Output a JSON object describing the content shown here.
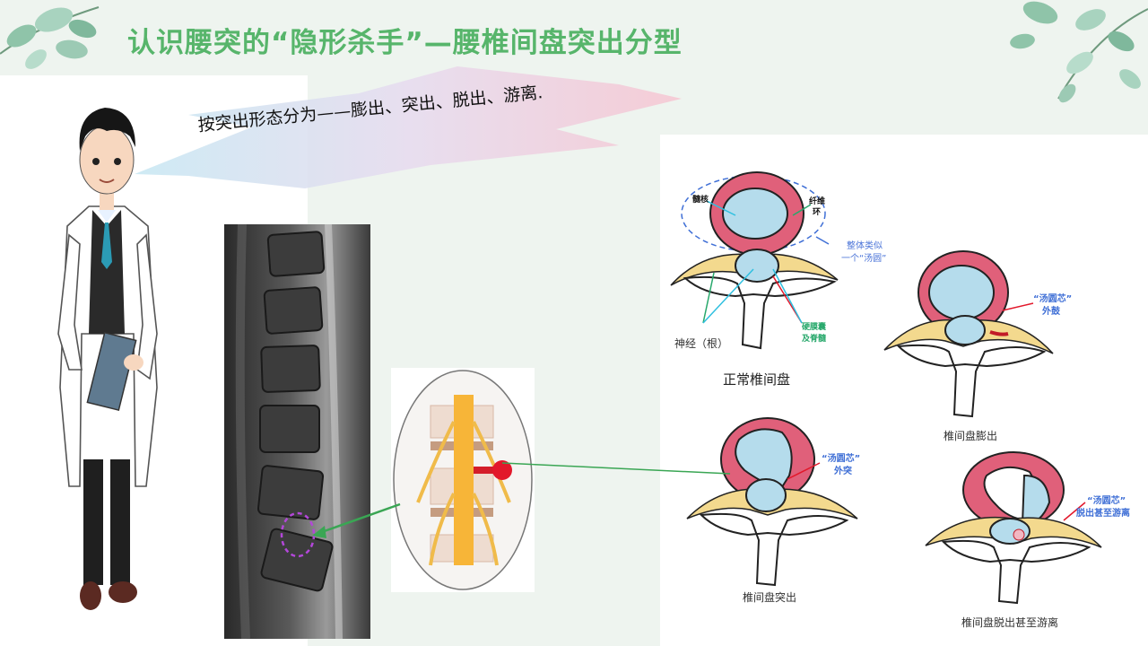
{
  "title": "认识腰突的“隐形杀手”—腰椎间盘突出分型",
  "speech": "按突出形态分为——膨出、突出、脱出、游离.",
  "diagrams": {
    "normal": {
      "caption": "正常椎间盘",
      "label_nucleus": "髓核",
      "label_annulus_1": "纤维",
      "label_annulus_2": "环",
      "label_like_1": "整体类似",
      "label_like_2": "一个“汤圆”",
      "label_nerve": "神经（根）",
      "label_dura_1": "硬膜囊",
      "label_dura_2": "及脊髓"
    },
    "bulge": {
      "caption": "椎间盘膨出",
      "callout_1": "“汤圆芯”",
      "callout_2": "外鼓"
    },
    "protrusion": {
      "caption": "椎间盘突出",
      "callout_1": "“汤圆芯”",
      "callout_2": "外突"
    },
    "extrusion": {
      "caption": "椎间盘脱出甚至游离",
      "callout_1": "“汤圆芯”",
      "callout_2": "脱出甚至游离"
    }
  },
  "colors": {
    "title": "#57b56b",
    "annulus": "#e0607a",
    "nucleus": "#b5dcec",
    "nerve": "#f3d98e",
    "callout": "#3f6fd6",
    "arrow": "#3aa654"
  },
  "icons": [
    "leaf-cluster-icon",
    "doctor-figure",
    "mri-scan",
    "spine-lens-illustration"
  ]
}
